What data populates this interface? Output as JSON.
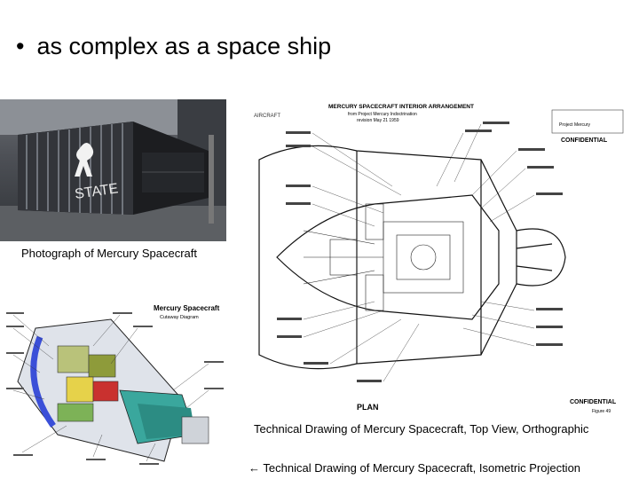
{
  "slide": {
    "bullet": "•",
    "title": "as complex as a space ship"
  },
  "photo": {
    "caption": "Photograph of Mercury Spacecraft"
  },
  "drawing": {
    "title": "MERCURY SPACECRAFT INTERIOR ARRANGEMENT",
    "subtitle1": "from Project Mercury Indoctrination",
    "subtitle2": "revision May 21 1959",
    "label_plan": "PLAN",
    "label_confidential": "CONFIDENTIAL",
    "label_figure": "Figure 49",
    "label_project": "Project Mercury",
    "caption": "Technical Drawing of Mercury Spacecraft, Top View,  Orthographic"
  },
  "cutaway": {
    "title": "Mercury Spacecraft",
    "subtitle": "Cutaway Diagram",
    "caption_arrow": "←",
    "caption": "Technical Drawing of Mercury Spacecraft, Isometric Projection"
  }
}
